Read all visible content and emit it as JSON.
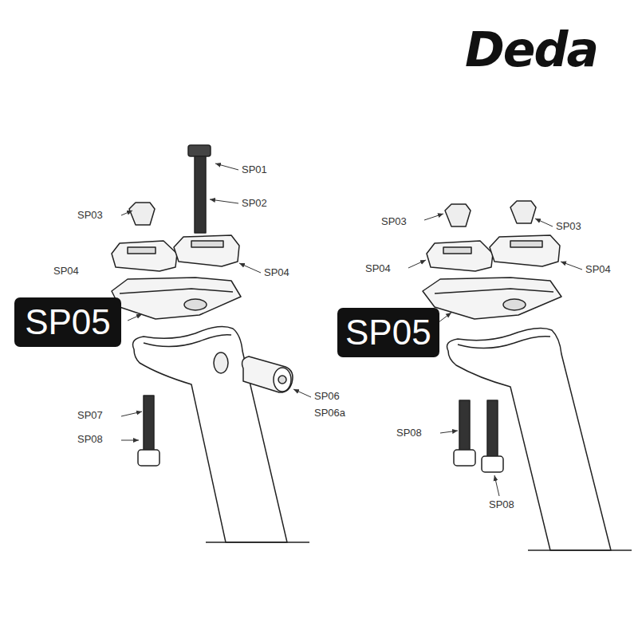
{
  "diagram": {
    "nodes": [
      {
        "text": [
          "SP05"
        ]
      },
      {
        "text": [
          "SP05"
        ]
      }
    ],
    "labels": [
      "Deda",
      "SP01",
      "SP02",
      "SP03",
      "SP04",
      "SP04",
      "SP06",
      "SP06a",
      "SP07",
      "SP08",
      "SP03",
      "SP03",
      "SP04",
      "SP04",
      "SP08",
      "SP08"
    ]
  }
}
